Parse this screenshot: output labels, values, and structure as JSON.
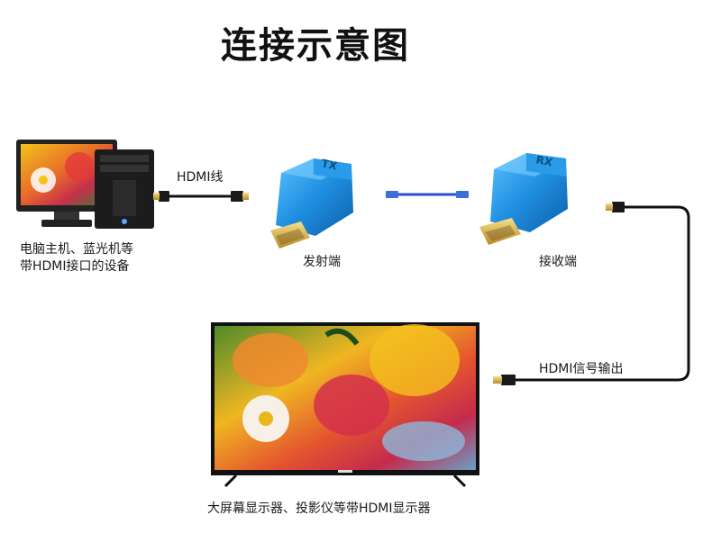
{
  "title": "连接示意图",
  "labels": {
    "source_device_line1": "电脑主机、蓝光机等",
    "source_device_line2": "带HDMI接口的设备",
    "hdmi_cable": "HDMI线",
    "transmitter": "发射端",
    "receiver": "接收端",
    "hdmi_output": "HDMI信号输出",
    "display_device": "大屏幕显示器、投影仪等带HDMI显示器"
  },
  "device_marks": {
    "transmitter_port": "TX",
    "receiver_port": "RX"
  },
  "colors": {
    "adapter_blue": "#1f8fe0",
    "cable_black": "#111111",
    "network_cable_blue": "#2a4fd6",
    "gold_plug": "#c9a13b"
  }
}
